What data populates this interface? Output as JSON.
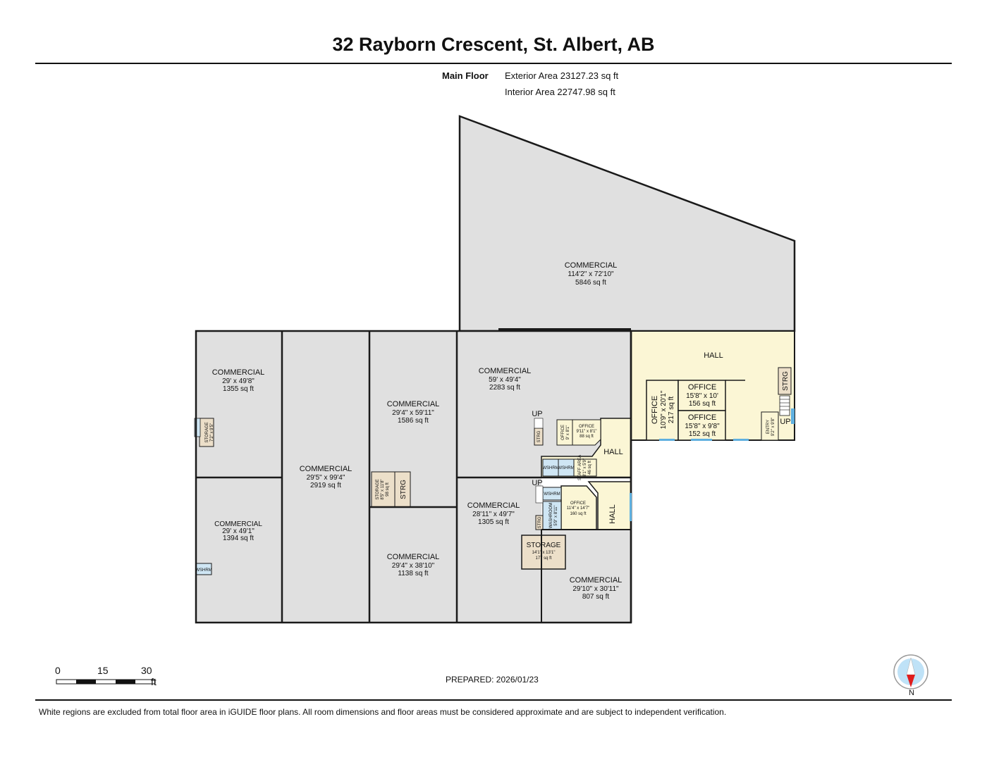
{
  "header": {
    "title": "32 Rayborn Crescent, St. Albert, AB"
  },
  "summary": {
    "floor_name": "Main Floor",
    "exterior_area": "Exterior Area 23127.23 sq ft",
    "interior_area": "Interior Area 22747.98 sq ft"
  },
  "rooms": {
    "big_commercial": {
      "name": "COMMERCIAL",
      "dims": "114'2\" x 72'10\"",
      "area": "5846 sq ft"
    },
    "c1": {
      "name": "COMMERCIAL",
      "dims": "29' x 49'8\"",
      "area": "1355 sq ft"
    },
    "c2": {
      "name": "COMMERCIAL",
      "dims": "29' x 49'1\"",
      "area": "1394 sq ft"
    },
    "c3": {
      "name": "COMMERCIAL",
      "dims": "29'5\" x 99'4\"",
      "area": "2919 sq ft"
    },
    "c4": {
      "name": "COMMERCIAL",
      "dims": "29'4\" x 59'11\"",
      "area": "1586 sq ft"
    },
    "c5": {
      "name": "COMMERCIAL",
      "dims": "29'4\" x 38'10\"",
      "area": "1138 sq ft"
    },
    "c6": {
      "name": "COMMERCIAL",
      "dims": "59' x 49'4\"",
      "area": "2283 sq ft"
    },
    "c7": {
      "name": "COMMERCIAL",
      "dims": "28'11\" x 49'7\"",
      "area": "1305 sq ft"
    },
    "c8": {
      "name": "COMMERCIAL",
      "dims": "29'10\" x 30'11\"",
      "area": "807 sq ft"
    },
    "hall_main": {
      "name": "HALL"
    },
    "office_a": {
      "name": "OFFICE",
      "dims": "10'9\" x 20'1\"",
      "area": "217 sq ft"
    },
    "office_b": {
      "name": "OFFICE",
      "dims": "15'8\" x 10'",
      "area": "156 sq ft"
    },
    "office_c": {
      "name": "OFFICE",
      "dims": "15'8\" x 9'8\"",
      "area": "152 sq ft"
    },
    "strg_right": {
      "name": "STRG"
    },
    "up_right": {
      "name": "UP"
    },
    "entry": {
      "name": "ENTRY",
      "dims": "9'2\" x 9'8\""
    },
    "hall_mid1": {
      "name": "HALL"
    },
    "hall_mid2": {
      "name": "HALL"
    },
    "office_d": {
      "name": "OFFICE",
      "dims": "9'11\" x 8'1\"",
      "area": "88 sq ft"
    },
    "office_e": {
      "name": "OFFICE",
      "dims": "9' x 8'1\""
    },
    "office_f": {
      "name": "OFFICE",
      "dims": "11'4\" x 14'7\"",
      "area": "160 sq ft"
    },
    "storage_mid": {
      "name": "STORAGE",
      "dims": "14'1\" x 13'1\"",
      "area": "177 sq ft"
    },
    "storage_small": {
      "name": "STORAGE",
      "dims": "8'5\" x 11'8\"",
      "area": "98 sq ft"
    },
    "strg_small": {
      "name": "STRG"
    },
    "storage_left": {
      "name": "STORAGE",
      "dims": "7'2\" x 9'5\""
    },
    "washroom": {
      "name": "WASHROOM",
      "dims": "5'9\" x 8'11\""
    },
    "wshrm": {
      "name": "WSHRM"
    },
    "staff_area": {
      "name": "STAFF AREA",
      "dims": "8'1\" x 5'9\"",
      "area": "46 sq ft"
    },
    "strg_mid1": {
      "name": "STRG"
    },
    "strg_mid2": {
      "name": "STRG"
    },
    "up_mid1": {
      "name": "UP"
    },
    "up_mid2": {
      "name": "UP"
    }
  },
  "scale": {
    "t0": "0",
    "t15": "15",
    "t30": "30",
    "unit": "ft"
  },
  "footer": {
    "prepared": "PREPARED: 2026/01/23",
    "disclaimer": "White regions are excluded from total floor area in iGUIDE floor plans. All room dimensions and floor areas must be considered approximate and are subject to independent verification.",
    "compass": "N"
  },
  "colors": {
    "commercial": "#e0e0e0",
    "hall": "#fbf6d5",
    "storage": "#ecdfc9",
    "washroom": "#cfe6f4",
    "wall": "#1a1a1a"
  }
}
